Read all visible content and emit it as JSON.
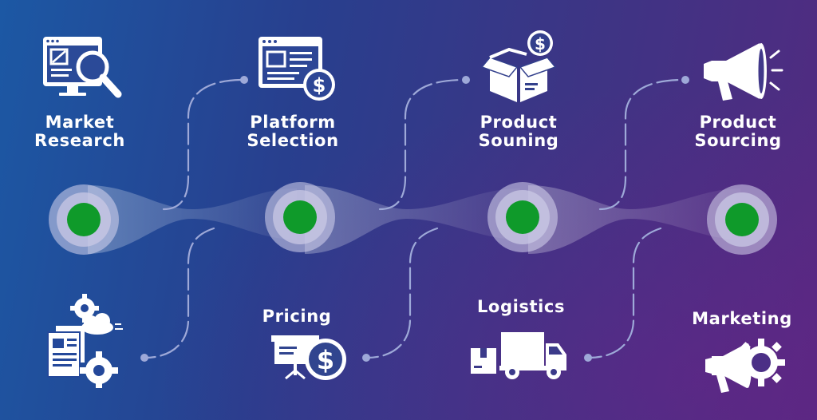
{
  "steps_top": [
    {
      "line1": "Market",
      "line2": "Research",
      "icon": "market-research-monitor-magnifier-icon"
    },
    {
      "line1": "Platform",
      "line2": "Selection",
      "icon": "platform-browser-dollar-icon"
    },
    {
      "line1": "Product",
      "line2": "Souning",
      "icon": "product-box-dollar-icon"
    },
    {
      "line1": "Product",
      "line2": "Sourcing",
      "icon": "megaphone-icon"
    }
  ],
  "steps_bottom": [
    {
      "label": "",
      "icon": "documents-gears-cloud-icon"
    },
    {
      "label": "Pricing",
      "icon": "presentation-dollar-icon"
    },
    {
      "label": "Logistics",
      "icon": "delivery-truck-box-icon"
    },
    {
      "label": "Marketing",
      "icon": "megaphone-gear-icon"
    }
  ],
  "colors": {
    "node_fill": "#0f9a2a",
    "node_ring": "#d7d6ef",
    "connector": "#9ea9d8",
    "text": "#ffffff"
  }
}
